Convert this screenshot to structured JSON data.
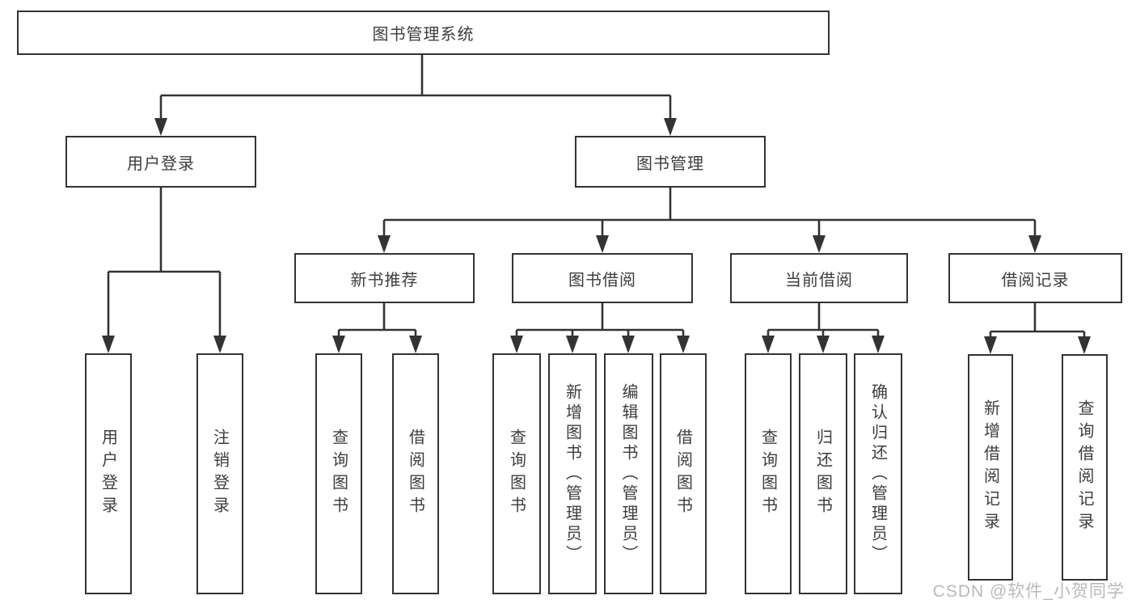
{
  "tree": {
    "label": "图书管理系统",
    "children": [
      {
        "label": "用户登录",
        "children": [
          {
            "label": "用户登录"
          },
          {
            "label": "注销登录"
          }
        ]
      },
      {
        "label": "图书管理",
        "children": [
          {
            "label": "新书推荐",
            "children": [
              {
                "label": "查询图书"
              },
              {
                "label": "借阅图书"
              }
            ]
          },
          {
            "label": "图书借阅",
            "children": [
              {
                "label": "查询图书"
              },
              {
                "label": "新增图书（管理员）"
              },
              {
                "label": "编辑图书（管理员）"
              },
              {
                "label": "借阅图书"
              }
            ]
          },
          {
            "label": "当前借阅",
            "children": [
              {
                "label": "查询图书"
              },
              {
                "label": "归还图书"
              },
              {
                "label": "确认归还（管理员）"
              }
            ]
          },
          {
            "label": "借阅记录",
            "children": [
              {
                "label": "新增借阅记录"
              },
              {
                "label": "查询借阅记录"
              }
            ]
          }
        ]
      }
    ]
  },
  "watermark": {
    "text": "CSDN @软件_小贺同学"
  },
  "colors": {
    "line": "#333333",
    "box_border": "#333333",
    "text": "#3d3d3d",
    "watermark": "#b9b9b9",
    "background": "#ffffff"
  }
}
